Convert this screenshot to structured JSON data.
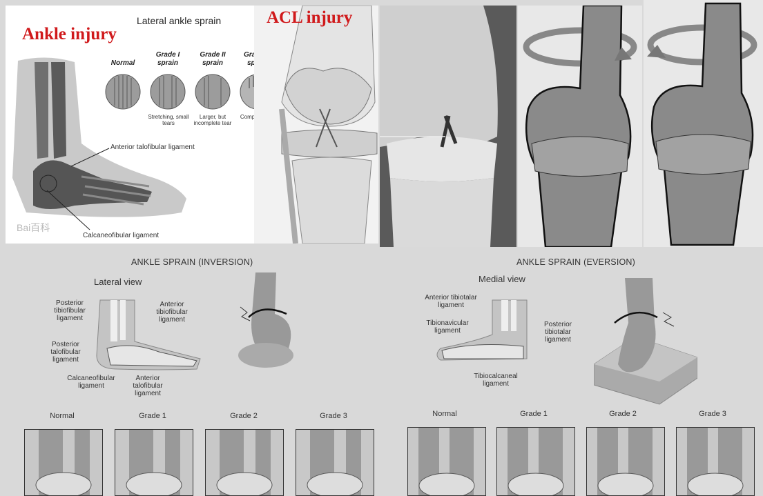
{
  "top_left": {
    "title_red": "Ankle injury",
    "diagram_title": "Lateral ankle sprain",
    "grades": [
      {
        "name": "Normal",
        "caption": ""
      },
      {
        "name": "Grade I sprain",
        "caption": "Stretching, small tears"
      },
      {
        "name": "Grade II sprain",
        "caption": "Larger, but incomplete tear"
      },
      {
        "name": "Grade III sprain",
        "caption": "Complete tear"
      }
    ],
    "label_atf": "Anterior talofibular ligament",
    "label_cf": "Calcaneofibular ligament"
  },
  "acl": {
    "title_red": "ACL injury"
  },
  "inversion": {
    "title": "ANKLE SPRAIN (INVERSION)",
    "view": "Lateral view",
    "labels": {
      "post_tibiofib": "Posterior tibiofibular ligament",
      "ant_tibiofib": "Anterior tibiofibular ligament",
      "post_talofib": "Posterior talofibular ligament",
      "calcaneofib": "Calcaneofibular ligament",
      "ant_talofib": "Anterior talofibular ligament"
    },
    "grades": [
      "Normal",
      "Grade 1",
      "Grade 2",
      "Grade 3"
    ]
  },
  "eversion": {
    "title": "ANKLE SPRAIN (EVERSION)",
    "view": "Medial view",
    "labels": {
      "ant_tibiotalar": "Anterior tibiotalar ligament",
      "tibionavicular": "Tibionavicular ligament",
      "post_tibiotalar": "Posterior tibiotalar ligament",
      "tibiocalcaneal": "Tibiocalcaneal ligament"
    },
    "grades": [
      "Normal",
      "Grade 1",
      "Grade 2",
      "Grade 3"
    ]
  },
  "watermark": "Bai百科"
}
